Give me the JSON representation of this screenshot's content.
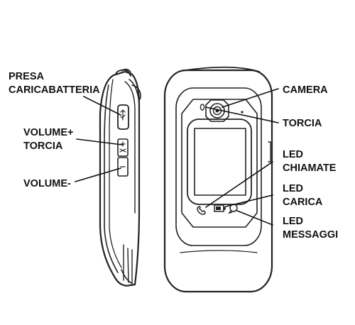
{
  "labels": {
    "charger_port_line1": "PRESA",
    "charger_port_line2": "CARICABATTERIA",
    "volume_up": "VOLUME+",
    "torch_button": "TORCIA",
    "volume_down": "VOLUME-",
    "camera": "CAMERA",
    "torch": "TORCIA",
    "led_calls_line1": "LED",
    "led_calls_line2": "CHIAMATE",
    "led_charge_line1": "LED",
    "led_charge_line2": "CARICA",
    "led_messages_line1": "LED",
    "led_messages_line2": "MESSAGGI"
  },
  "colors": {
    "ink": "#111111",
    "background": "#ffffff"
  }
}
